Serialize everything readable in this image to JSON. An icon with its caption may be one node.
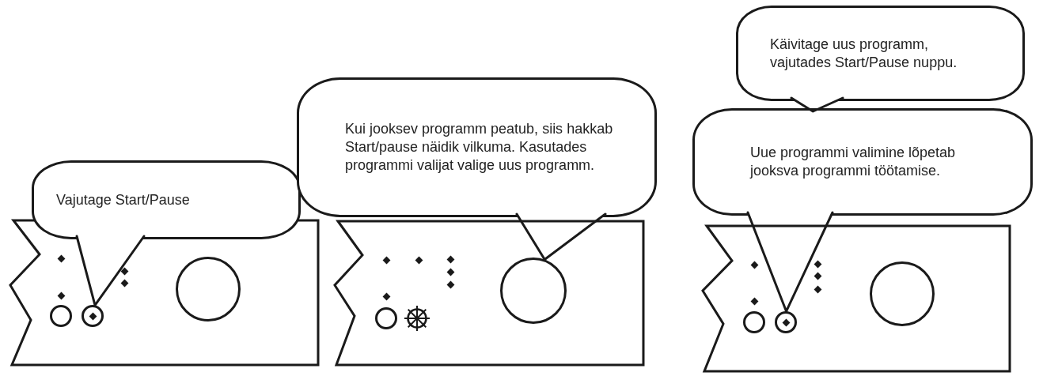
{
  "diagram": {
    "nodes": [
      {
        "text": [],
        "shape": "box"
      },
      {
        "text": [],
        "shape": "circle",
        "in": 0
      },
      {
        "text": [],
        "shape": "circle",
        "in": 0
      },
      {
        "text": [],
        "shape": "circle",
        "in": 0
      },
      {
        "text": [
          "Vajutage Start/Pause"
        ]
      },
      {
        "text": [],
        "shape": "box"
      },
      {
        "text": [],
        "shape": "circle",
        "in": 5
      },
      {
        "text": [],
        "shape": "circle",
        "in": 5
      },
      {
        "text": [
          "Kui jooksev programm peatub, siis hakkab Start/pause näidik vilkuma. Kasutades programmi valijat valige uus programm."
        ]
      },
      {
        "text": [],
        "shape": "box"
      },
      {
        "text": [],
        "shape": "circle",
        "in": 9
      },
      {
        "text": [],
        "shape": "circle",
        "in": 9
      },
      {
        "text": [],
        "shape": "circle",
        "in": 9
      },
      {
        "text": [
          "Käivitage uus programm, vajutades Start/Pause nuppu."
        ]
      },
      {
        "text": [
          "Uue programmi valimine lõpetab jooksva programmi töötamise."
        ]
      }
    ],
    "edges": [
      {
        "from": 4,
        "to": 2,
        "arrow": "none"
      },
      {
        "from": 8,
        "to": 7,
        "arrow": "none"
      },
      {
        "from": 14,
        "to": 11,
        "arrow": "none"
      },
      {
        "from": 13,
        "to": 14,
        "arrow": "none"
      }
    ]
  }
}
